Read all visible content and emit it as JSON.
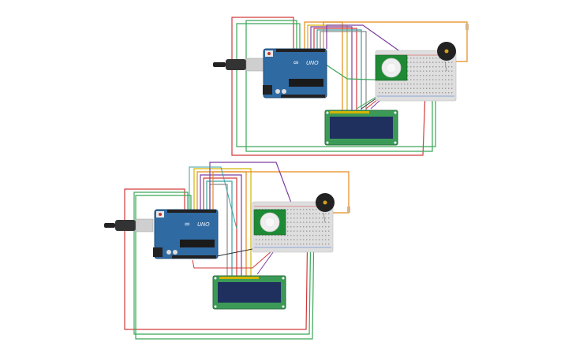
{
  "circuits": [
    {
      "id": "top",
      "arduino": {
        "brand_label": "UNO",
        "logo_symbol": "∞",
        "color": "#2f6aa3"
      },
      "lcd": {
        "color": "#3c9a57",
        "screen_color": "#1f2f5e"
      },
      "pir_sensor": {
        "color": "#1f8a35",
        "dome_color": "#eeeeee"
      },
      "buzzer": {
        "color": "#222222"
      },
      "breadboard": {
        "color": "#dedede"
      }
    },
    {
      "id": "bottom",
      "arduino": {
        "brand_label": "UNO",
        "logo_symbol": "∞",
        "color": "#2f6aa3"
      },
      "lcd": {
        "color": "#3c9a57",
        "screen_color": "#1f2f5e"
      },
      "pir_sensor": {
        "color": "#1f8a35",
        "dome_color": "#eeeeee"
      },
      "buzzer": {
        "color": "#222222"
      },
      "breadboard": {
        "color": "#dedede"
      }
    }
  ],
  "wire_colors": {
    "power": "#d23a3a",
    "ground": "#3aa757",
    "signal_purple": "#7b3fa0",
    "signal_orange": "#e68a1a",
    "signal_yellow": "#d4b400",
    "signal_teal": "#3aa0a0",
    "signal_gray": "#8a8a8a"
  }
}
